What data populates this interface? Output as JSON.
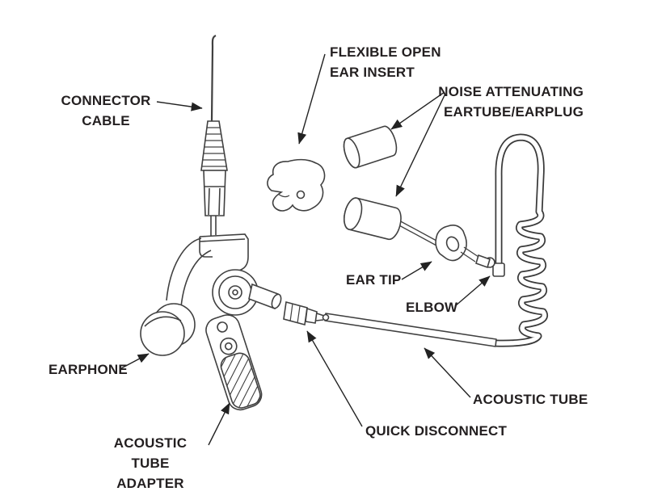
{
  "diagram": {
    "title": "Surveillance earpiece kit exploded parts diagram",
    "colors": {
      "line": "#404040",
      "leader": "#222222",
      "label_text": "#231f20",
      "background": "#ffffff"
    },
    "labels": {
      "connector_cable": {
        "text": "CONNECTOR\nCABLE"
      },
      "flexible_open_ear_insert": {
        "text": "FLEXIBLE OPEN\nEAR INSERT"
      },
      "noise_attenuating": {
        "text": "NOISE ATTENUATING\nEARTUBE/EARPLUG"
      },
      "ear_tip": {
        "text": "EAR TIP"
      },
      "elbow": {
        "text": "ELBOW"
      },
      "earphone": {
        "text": "EARPHONE"
      },
      "acoustic_tube": {
        "text": "ACOUSTIC TUBE"
      },
      "quick_disconnect": {
        "text": "QUICK DISCONNECT"
      },
      "acoustic_tube_adapter": {
        "text": "ACOUSTIC TUBE\nADAPTER"
      }
    },
    "parts": [
      "connector-cable",
      "flexible-open-ear-insert",
      "noise-attenuating-eartube-earplug",
      "ear-tip",
      "elbow",
      "earphone",
      "acoustic-tube",
      "quick-disconnect",
      "acoustic-tube-adapter"
    ]
  }
}
